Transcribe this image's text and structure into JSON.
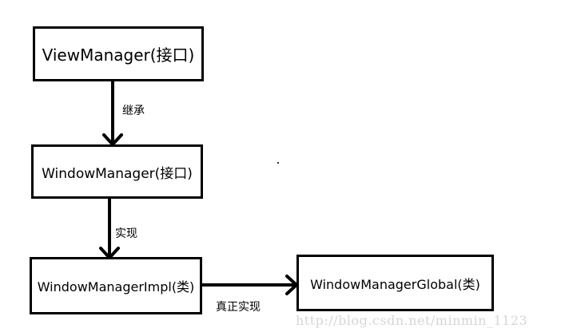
{
  "nodes": {
    "view_manager": "ViewManager(接口)",
    "window_manager": "WindowManager(接口)",
    "window_manager_impl": "WindowManagerImpl(类)",
    "window_manager_global": "WindowManagerGlobal(类)"
  },
  "edges": {
    "inherit": "继承",
    "implement": "实现",
    "real_implement": "真正实现"
  },
  "watermark": "http://blog.csdn.net/minmin_1123",
  "colors": {
    "stroke": "#000000",
    "background": "#ffffff",
    "watermark": "#d6d6d6"
  }
}
